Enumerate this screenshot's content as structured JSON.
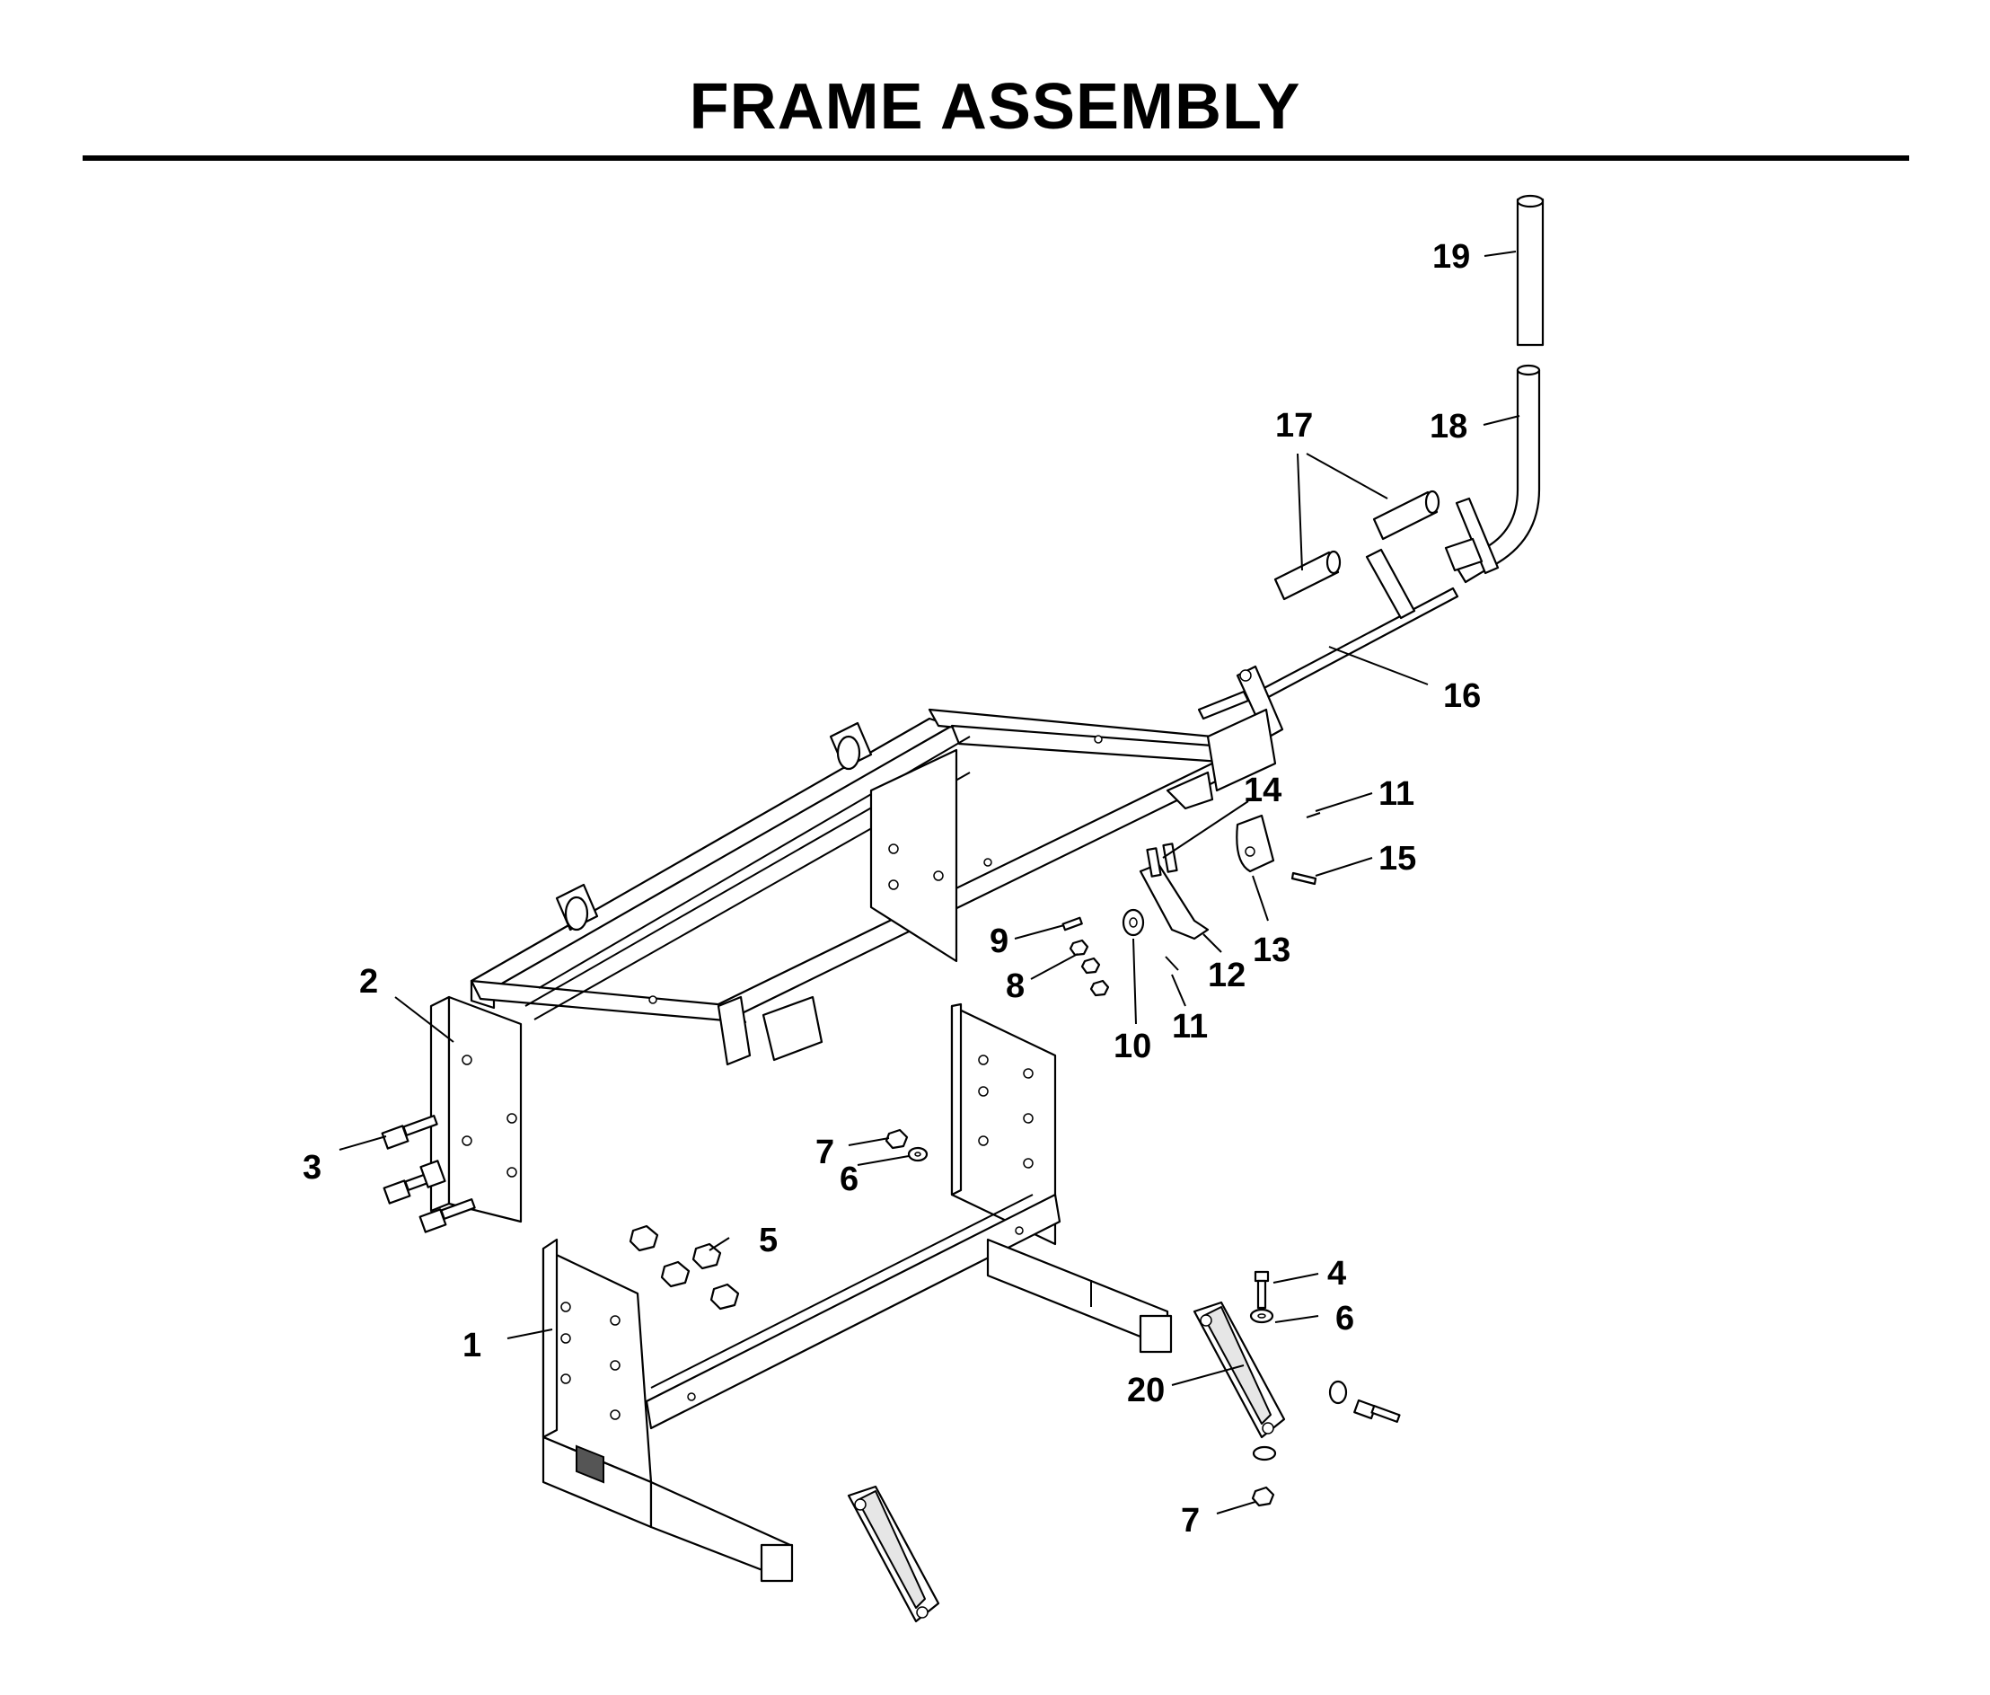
{
  "title": "FRAME ASSEMBLY",
  "callouts": [
    "1",
    "2",
    "3",
    "4",
    "5",
    "6",
    "6",
    "7",
    "7",
    "8",
    "9",
    "10",
    "11",
    "11",
    "12",
    "13",
    "14",
    "15",
    "16",
    "17",
    "18",
    "19",
    "20"
  ]
}
